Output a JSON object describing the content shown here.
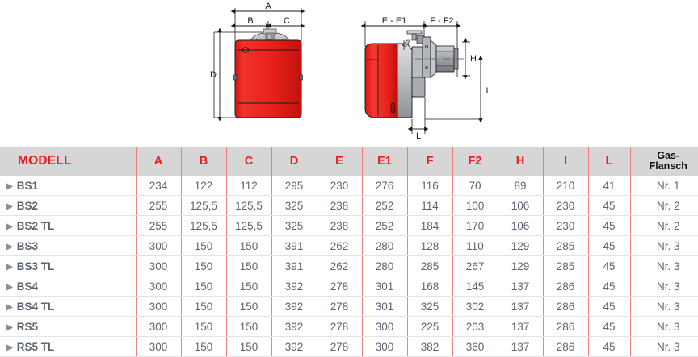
{
  "diagrams": {
    "front_view": {
      "name": "burner-front-view",
      "dimension_labels": [
        "A",
        "B",
        "C",
        "D"
      ],
      "body_color": "#e8211b",
      "cover_color": "#b9bcc0"
    },
    "side_view": {
      "name": "burner-side-view",
      "dimension_labels": [
        "E - E1",
        "F - F2",
        "H",
        "I",
        "L"
      ],
      "body_color": "#e8211b",
      "housing_color": "#b9bcc0",
      "nozzle_color": "#9a9da1"
    }
  },
  "table": {
    "headers": [
      "MODELL",
      "A",
      "B",
      "C",
      "D",
      "E",
      "E1",
      "F",
      "F2",
      "H",
      "I",
      "L"
    ],
    "gas_header_line1": "Gas-",
    "gas_header_line2": "Flansch",
    "bullet_glyph": "▶",
    "header_bg": "#d6d6d6",
    "header_text_color": "#ed1c24",
    "divider_color": "#f4807c",
    "rows": [
      {
        "model": "BS1",
        "A": "234",
        "B": "122",
        "C": "112",
        "D": "295",
        "E": "230",
        "E1": "276",
        "F": "116",
        "F2": "70",
        "H": "89",
        "I": "210",
        "L": "41",
        "gas": "Nr. 1"
      },
      {
        "model": "BS2",
        "A": "255",
        "B": "125,5",
        "C": "125,5",
        "D": "325",
        "E": "238",
        "E1": "252",
        "F": "114",
        "F2": "100",
        "H": "106",
        "I": "230",
        "L": "45",
        "gas": "Nr. 2"
      },
      {
        "model": "BS2 TL",
        "A": "255",
        "B": "125,5",
        "C": "125,5",
        "D": "325",
        "E": "238",
        "E1": "252",
        "F": "184",
        "F2": "170",
        "H": "106",
        "I": "230",
        "L": "45",
        "gas": "Nr. 2"
      },
      {
        "model": "BS3",
        "A": "300",
        "B": "150",
        "C": "150",
        "D": "391",
        "E": "262",
        "E1": "280",
        "F": "128",
        "F2": "110",
        "H": "129",
        "I": "285",
        "L": "45",
        "gas": "Nr. 3"
      },
      {
        "model": "BS3 TL",
        "A": "300",
        "B": "150",
        "C": "150",
        "D": "391",
        "E": "262",
        "E1": "280",
        "F": "285",
        "F2": "267",
        "H": "129",
        "I": "285",
        "L": "45",
        "gas": "Nr. 3"
      },
      {
        "model": "BS4",
        "A": "300",
        "B": "150",
        "C": "150",
        "D": "392",
        "E": "278",
        "E1": "301",
        "F": "168",
        "F2": "145",
        "H": "137",
        "I": "286",
        "L": "45",
        "gas": "Nr. 3"
      },
      {
        "model": "BS4 TL",
        "A": "300",
        "B": "150",
        "C": "150",
        "D": "392",
        "E": "278",
        "E1": "301",
        "F": "325",
        "F2": "302",
        "H": "137",
        "I": "286",
        "L": "45",
        "gas": "Nr. 3"
      },
      {
        "model": "RS5",
        "A": "300",
        "B": "150",
        "C": "150",
        "D": "392",
        "E": "278",
        "E1": "300",
        "F": "225",
        "F2": "203",
        "H": "137",
        "I": "286",
        "L": "45",
        "gas": "Nr. 3"
      },
      {
        "model": "RS5 TL",
        "A": "300",
        "B": "150",
        "C": "150",
        "D": "392",
        "E": "278",
        "E1": "300",
        "F": "382",
        "F2": "360",
        "H": "137",
        "I": "286",
        "L": "45",
        "gas": "Nr. 3"
      }
    ]
  }
}
